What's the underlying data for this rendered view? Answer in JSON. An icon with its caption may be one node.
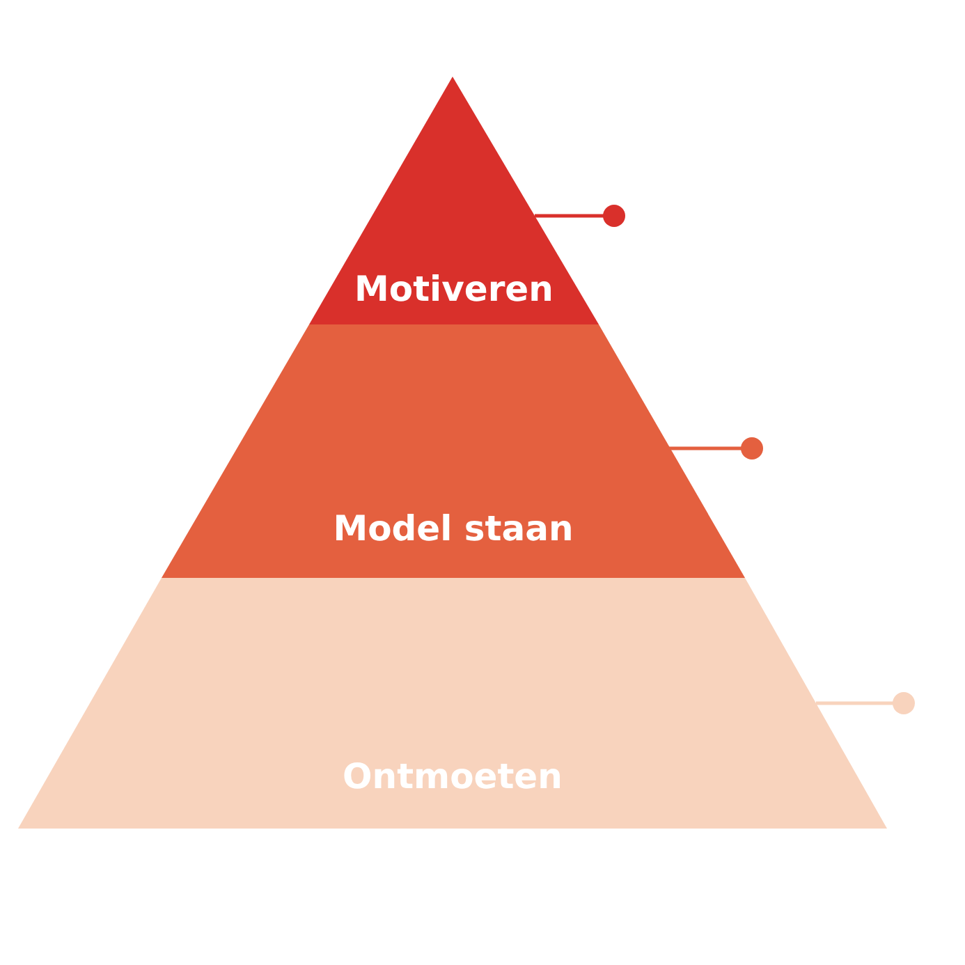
{
  "diagram": {
    "nodes": [
      {
        "text": [
          "Motiveren"
        ]
      },
      {
        "text": [
          "Model staan"
        ]
      },
      {
        "text": [
          "Ontmoeten"
        ]
      }
    ],
    "edges": [
      {
        "from": 0,
        "to": null,
        "arrow": "other",
        "color": "#d9302b"
      },
      {
        "from": 1,
        "to": null,
        "arrow": "other",
        "color": "#e4603f"
      },
      {
        "from": 2,
        "to": null,
        "arrow": "other",
        "color": "#f8d3bd"
      }
    ]
  }
}
